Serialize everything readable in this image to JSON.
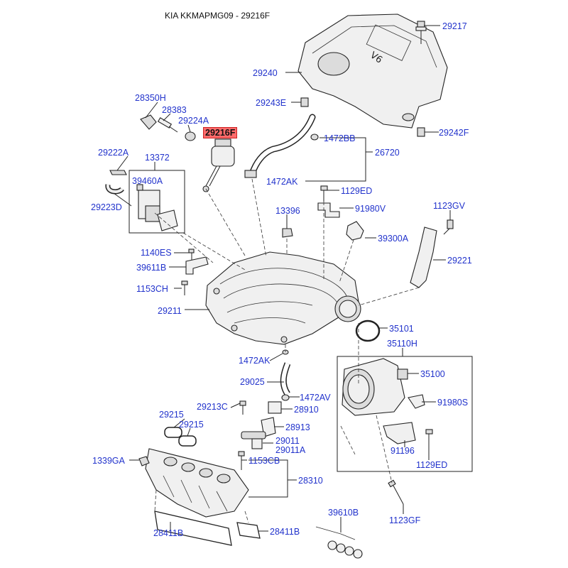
{
  "header": {
    "title": "KIA KKMAPMG09 - 29216F"
  },
  "labels": {
    "l29217": "29217",
    "l29240": "29240",
    "l29243E": "29243E",
    "l29242F": "29242F",
    "l26720": "26720",
    "l1472BB": "1472BB",
    "l1472AK_top": "1472AK",
    "l28350H": "28350H",
    "l28383": "28383",
    "l29224A": "29224A",
    "l29216F": "29216F",
    "l29222A": "29222A",
    "l13372": "13372",
    "l39460A": "39460A",
    "l29223D": "29223D",
    "l1129ED_top": "1129ED",
    "l91980V": "91980V",
    "l13396": "13396",
    "l1123GV": "1123GV",
    "l39300A": "39300A",
    "l29221": "29221",
    "l1140ES": "1140ES",
    "l39611B": "39611B",
    "l1153CH": "1153CH",
    "l29211": "29211",
    "l35101": "35101",
    "l35110H": "35110H",
    "l35100": "35100",
    "l91980S": "91980S",
    "l91196": "91196",
    "l1129ED_bot": "1129ED",
    "l1472AK_bot": "1472AK",
    "l29025": "29025",
    "l1472AV": "1472AV",
    "l29213C": "29213C",
    "l28910": "28910",
    "l28913": "28913",
    "l29215a": "29215",
    "l29215b": "29215",
    "l29011": "29011",
    "l29011A": "29011A",
    "l1339GA": "1339GA",
    "l1153CB": "1153CB",
    "l28310": "28310",
    "l1123GF": "1123GF",
    "l39610B": "39610B",
    "l28411B_left": "28411B",
    "l28411B_right": "28411B",
    "cover_badge": "V6"
  },
  "colors": {
    "label": "#2233cc",
    "highlight_bg": "#ff6b6b",
    "line": "#222222"
  }
}
